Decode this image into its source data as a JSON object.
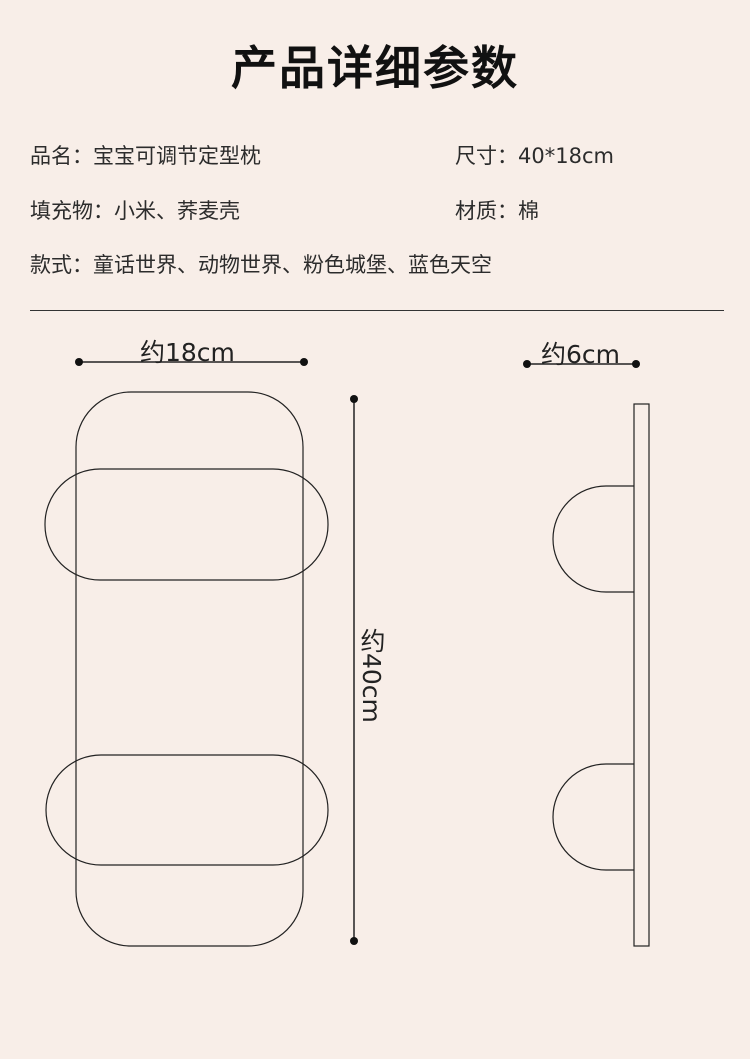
{
  "title": "产品详细参数",
  "specs": {
    "name": "品名：宝宝可调节定型枕",
    "size": "尺寸：40*18cm",
    "filling": "填充物：小米、荞麦壳",
    "material": "材质：棉",
    "style": "款式：童话世界、动物世界、粉色城堡、蓝色天空"
  },
  "dimensions": {
    "width": "约18cm",
    "length": "约40cm",
    "thickness": "约6cm"
  },
  "colors": {
    "background": "#f8eee8",
    "line": "#222222"
  }
}
